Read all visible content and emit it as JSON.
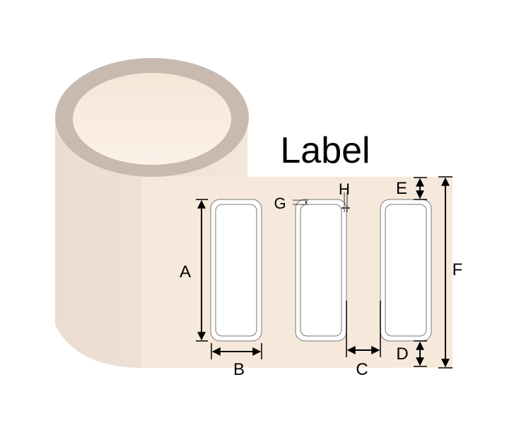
{
  "title": "Label",
  "dimensions": {
    "a": "A",
    "b": "B",
    "c": "C",
    "d": "D",
    "e": "E",
    "f": "F",
    "g": "G",
    "h": "H"
  },
  "colors": {
    "roll_body": "#efe2d6",
    "roll_rim": "#c9bab0",
    "roll_core": "#f8ece1",
    "liner": "#f6e9dc",
    "label": "#ffffff"
  }
}
